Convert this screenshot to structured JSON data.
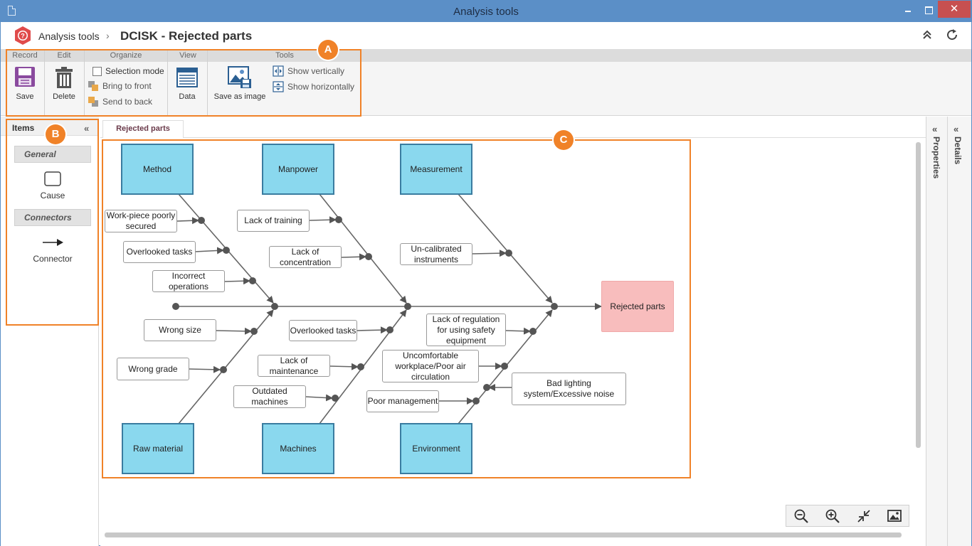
{
  "window": {
    "title": "Analysis tools"
  },
  "header": {
    "app_name": "Analysis tools",
    "separator": "›",
    "current": "DCISK - Rejected parts"
  },
  "ribbon": {
    "groups": {
      "record": "Record",
      "edit": "Edit",
      "organize": "Organize",
      "view": "View",
      "tools": "Tools"
    },
    "save": "Save",
    "delete": "Delete",
    "selection_mode": "Selection mode",
    "bring_to_front": "Bring to front",
    "send_to_back": "Send to back",
    "data": "Data",
    "save_as_image": "Save as image",
    "show_vertically": "Show vertically",
    "show_horizontally": "Show horizontally"
  },
  "badges": {
    "a": "A",
    "b": "B",
    "c": "C"
  },
  "items": {
    "title": "Items",
    "collapse": "«",
    "general": "General",
    "cause": "Cause",
    "connectors": "Connectors",
    "connector": "Connector"
  },
  "tab": {
    "label": "Rejected parts"
  },
  "side_panels": {
    "properties": "Properties",
    "details": "Details",
    "chevron": "«"
  },
  "diagram": {
    "effect": "Rejected parts",
    "categories": {
      "method": "Method",
      "manpower": "Manpower",
      "measurement": "Measurement",
      "raw_material": "Raw material",
      "machines": "Machines",
      "environment": "Environment"
    },
    "causes": {
      "workpiece": "Work-piece poorly secured",
      "overlooked_tasks_1": "Overlooked tasks",
      "incorrect_operations": "Incorrect operations",
      "lack_training": "Lack of training",
      "lack_concentration": "Lack of concentration",
      "uncalibrated": "Un-calibrated instruments",
      "wrong_size": "Wrong size",
      "wrong_grade": "Wrong grade",
      "overlooked_tasks_2": "Overlooked tasks",
      "lack_maintenance": "Lack of maintenance",
      "outdated_machines": "Outdated machines",
      "lack_regulation": "Lack of regulation for using safety equipment",
      "uncomfortable": "Uncomfortable workplace/Poor air circulation",
      "poor_management": "Poor management",
      "bad_lighting": "Bad lighting system/Excessive noise"
    }
  },
  "colors": {
    "accent": "#f08228",
    "title_bar": "#5b8fc7",
    "category_fill": "#8ad8ee",
    "effect_fill": "#f8bdbd"
  }
}
